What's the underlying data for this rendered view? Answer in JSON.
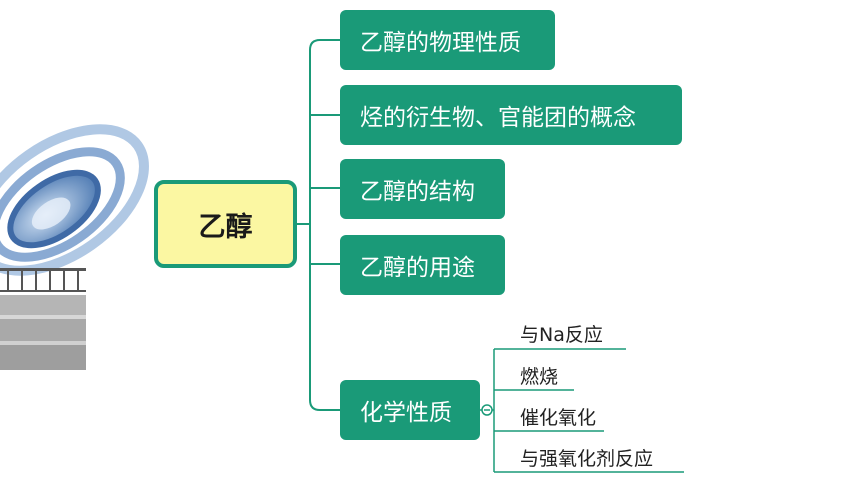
{
  "mindmap": {
    "root": "乙醇",
    "branches": [
      "乙醇的物理性质",
      "烃的衍生物、官能团的概念",
      "乙醇的结构",
      "乙醇的用途",
      "化学性质"
    ],
    "sub_items": [
      "与Na反应",
      "燃烧",
      "催化氧化",
      "与强氧化剂反应"
    ]
  },
  "colors": {
    "node_fill": "#1a9a78",
    "root_fill": "#fbf7a2",
    "line": "#1a9a78"
  }
}
